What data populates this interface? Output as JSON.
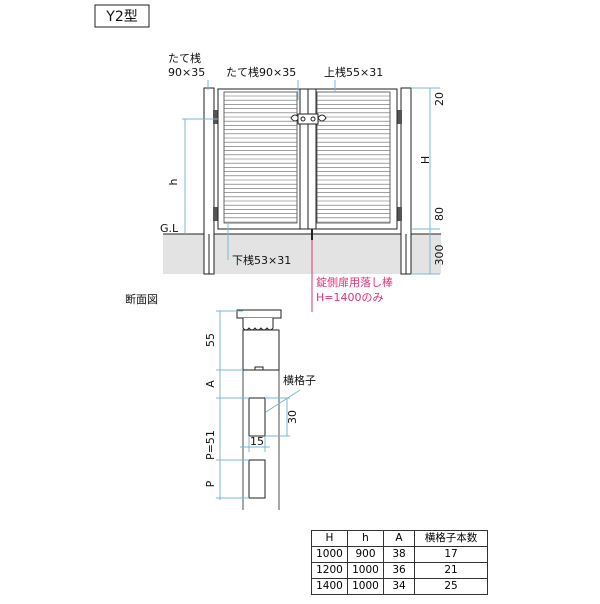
{
  "model_tag": "Y2型",
  "front_view": {
    "label_tate_left": "たて桟",
    "label_tate_left_size": "90×35",
    "label_tate_mid": "たて桟90×35",
    "label_top_rail": "上桟55×31",
    "label_bottom_rail": "下桟53×31",
    "label_gl": "G.L",
    "label_h": "h",
    "label_H": "H",
    "dim_top": "20",
    "dim_bottom": "80",
    "dim_embed": "300",
    "note_line1": "錠側扉用落し棒",
    "note_line2": "H=1400のみ",
    "note_color": "#e0307a"
  },
  "section_view": {
    "title": "断面図",
    "label_lattice": "横格子",
    "dim_55": "55",
    "dim_A": "A",
    "dim_30": "30",
    "dim_15": "15",
    "dim_P51": "P=51",
    "dim_P": "P"
  },
  "table": {
    "headers": [
      "H",
      "h",
      "A",
      "横格子本数"
    ],
    "rows": [
      [
        "1000",
        "900",
        "38",
        "17"
      ],
      [
        "1200",
        "1000",
        "36",
        "21"
      ],
      [
        "1400",
        "1000",
        "34",
        "25"
      ]
    ]
  }
}
